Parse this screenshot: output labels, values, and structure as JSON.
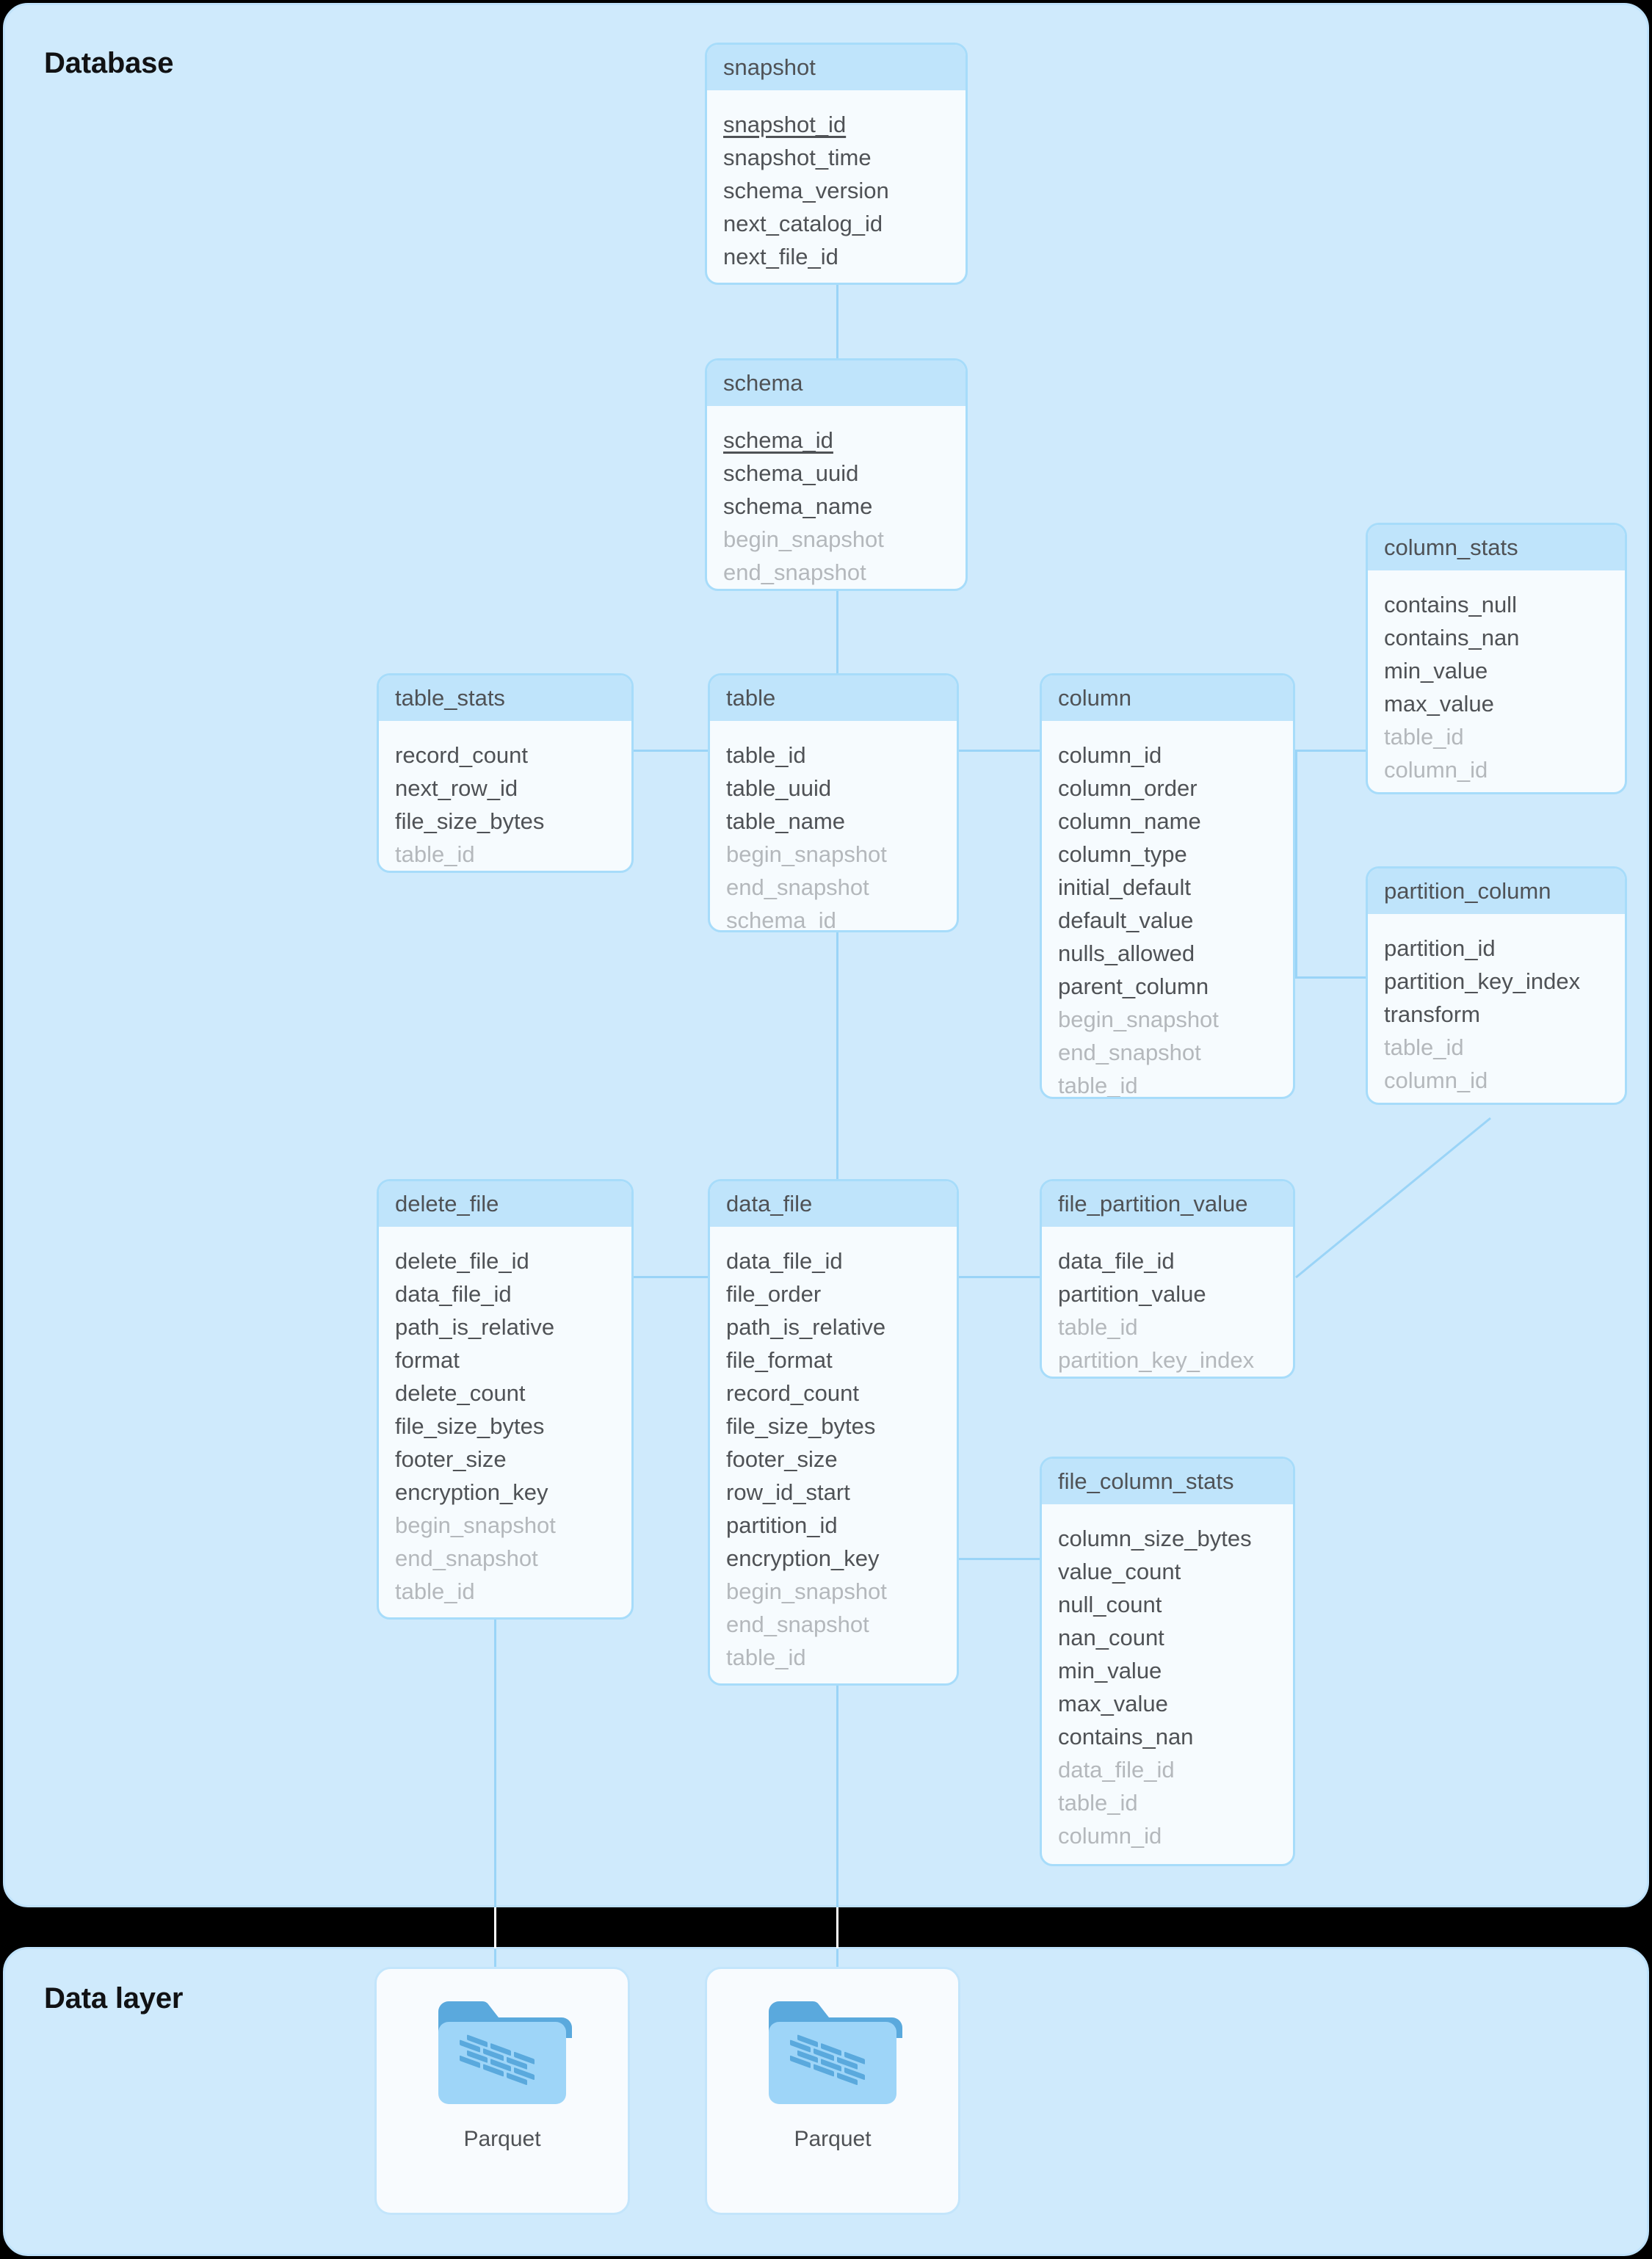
{
  "sections": {
    "database": {
      "title": "Database"
    },
    "data_layer": {
      "title": "Data layer"
    }
  },
  "colors": {
    "backdrop": "#000000",
    "panel_fill": "#cfeafc",
    "panel_border": "#bfe2fb",
    "card_fill": "#f6fbfe",
    "card_border": "#a7dcfa",
    "card_header_fill": "#bfe4fb",
    "text": "#4f5256",
    "text_muted": "#b4b8bc",
    "edge": "#9ad4f7",
    "folder_tab": "#5aa9dd",
    "folder_body": "#9ed5f8",
    "folder_glyph": "#5aa9dd"
  },
  "entities": [
    {
      "key": "snapshot",
      "name": "snapshot",
      "fields": [
        {
          "label": "snapshot_id",
          "kind": "pk"
        },
        {
          "label": "snapshot_time",
          "kind": "normal"
        },
        {
          "label": "schema_version",
          "kind": "normal"
        },
        {
          "label": "next_catalog_id",
          "kind": "normal"
        },
        {
          "label": "next_file_id",
          "kind": "normal"
        }
      ]
    },
    {
      "key": "schema",
      "name": "schema",
      "fields": [
        {
          "label": "schema_id",
          "kind": "pk"
        },
        {
          "label": "schema_uuid",
          "kind": "normal"
        },
        {
          "label": "schema_name",
          "kind": "normal"
        },
        {
          "label": "begin_snapshot",
          "kind": "fk"
        },
        {
          "label": "end_snapshot",
          "kind": "fk"
        }
      ]
    },
    {
      "key": "table_stats",
      "name": "table_stats",
      "fields": [
        {
          "label": "record_count",
          "kind": "normal"
        },
        {
          "label": "next_row_id",
          "kind": "normal"
        },
        {
          "label": "file_size_bytes",
          "kind": "normal"
        },
        {
          "label": "table_id",
          "kind": "fk"
        }
      ]
    },
    {
      "key": "table",
      "name": "table",
      "fields": [
        {
          "label": "table_id",
          "kind": "normal"
        },
        {
          "label": "table_uuid",
          "kind": "normal"
        },
        {
          "label": "table_name",
          "kind": "normal"
        },
        {
          "label": "begin_snapshot",
          "kind": "fk"
        },
        {
          "label": "end_snapshot",
          "kind": "fk"
        },
        {
          "label": "schema_id",
          "kind": "fk"
        }
      ]
    },
    {
      "key": "column",
      "name": "column",
      "fields": [
        {
          "label": "column_id",
          "kind": "normal"
        },
        {
          "label": "column_order",
          "kind": "normal"
        },
        {
          "label": "column_name",
          "kind": "normal"
        },
        {
          "label": "column_type",
          "kind": "normal"
        },
        {
          "label": "initial_default",
          "kind": "normal"
        },
        {
          "label": "default_value",
          "kind": "normal"
        },
        {
          "label": "nulls_allowed",
          "kind": "normal"
        },
        {
          "label": "parent_column",
          "kind": "normal"
        },
        {
          "label": "begin_snapshot",
          "kind": "fk"
        },
        {
          "label": "end_snapshot",
          "kind": "fk"
        },
        {
          "label": "table_id",
          "kind": "fk"
        }
      ]
    },
    {
      "key": "column_stats",
      "name": "column_stats",
      "fields": [
        {
          "label": "contains_null",
          "kind": "normal"
        },
        {
          "label": "contains_nan",
          "kind": "normal"
        },
        {
          "label": "min_value",
          "kind": "normal"
        },
        {
          "label": "max_value",
          "kind": "normal"
        },
        {
          "label": "table_id",
          "kind": "fk"
        },
        {
          "label": "column_id",
          "kind": "fk"
        }
      ]
    },
    {
      "key": "partition_column",
      "name": "partition_column",
      "fields": [
        {
          "label": "partition_id",
          "kind": "normal"
        },
        {
          "label": "partition_key_index",
          "kind": "normal"
        },
        {
          "label": "transform",
          "kind": "normal"
        },
        {
          "label": "table_id",
          "kind": "fk"
        },
        {
          "label": "column_id",
          "kind": "fk"
        }
      ]
    },
    {
      "key": "delete_file",
      "name": "delete_file",
      "fields": [
        {
          "label": "delete_file_id",
          "kind": "normal"
        },
        {
          "label": "data_file_id",
          "kind": "normal"
        },
        {
          "label": "path_is_relative",
          "kind": "normal"
        },
        {
          "label": "format",
          "kind": "normal"
        },
        {
          "label": "delete_count",
          "kind": "normal"
        },
        {
          "label": "file_size_bytes",
          "kind": "normal"
        },
        {
          "label": "footer_size",
          "kind": "normal"
        },
        {
          "label": "encryption_key",
          "kind": "normal"
        },
        {
          "label": "begin_snapshot",
          "kind": "fk"
        },
        {
          "label": "end_snapshot",
          "kind": "fk"
        },
        {
          "label": "table_id",
          "kind": "fk"
        }
      ]
    },
    {
      "key": "data_file",
      "name": "data_file",
      "fields": [
        {
          "label": "data_file_id",
          "kind": "normal"
        },
        {
          "label": "file_order",
          "kind": "normal"
        },
        {
          "label": "path_is_relative",
          "kind": "normal"
        },
        {
          "label": "file_format",
          "kind": "normal"
        },
        {
          "label": "record_count",
          "kind": "normal"
        },
        {
          "label": "file_size_bytes",
          "kind": "normal"
        },
        {
          "label": "footer_size",
          "kind": "normal"
        },
        {
          "label": "row_id_start",
          "kind": "normal"
        },
        {
          "label": "partition_id",
          "kind": "normal"
        },
        {
          "label": "encryption_key",
          "kind": "normal"
        },
        {
          "label": "begin_snapshot",
          "kind": "fk"
        },
        {
          "label": "end_snapshot",
          "kind": "fk"
        },
        {
          "label": "table_id",
          "kind": "fk"
        }
      ]
    },
    {
      "key": "file_partition_value",
      "name": "file_partition_value",
      "fields": [
        {
          "label": "data_file_id",
          "kind": "normal"
        },
        {
          "label": "partition_value",
          "kind": "normal"
        },
        {
          "label": "table_id",
          "kind": "fk"
        },
        {
          "label": "partition_key_index",
          "kind": "fk"
        }
      ]
    },
    {
      "key": "file_column_stats",
      "name": "file_column_stats",
      "fields": [
        {
          "label": "column_size_bytes",
          "kind": "normal"
        },
        {
          "label": "value_count",
          "kind": "normal"
        },
        {
          "label": "null_count",
          "kind": "normal"
        },
        {
          "label": "nan_count",
          "kind": "normal"
        },
        {
          "label": "min_value",
          "kind": "normal"
        },
        {
          "label": "max_value",
          "kind": "normal"
        },
        {
          "label": "contains_nan",
          "kind": "normal"
        },
        {
          "label": "data_file_id",
          "kind": "fk"
        },
        {
          "label": "table_id",
          "kind": "fk"
        },
        {
          "label": "column_id",
          "kind": "fk"
        }
      ]
    }
  ],
  "data_layer_nodes": [
    {
      "key": "parquet_left",
      "label": "Parquet",
      "icon": "parquet-folder-icon"
    },
    {
      "key": "parquet_right",
      "label": "Parquet",
      "icon": "parquet-folder-icon"
    }
  ]
}
